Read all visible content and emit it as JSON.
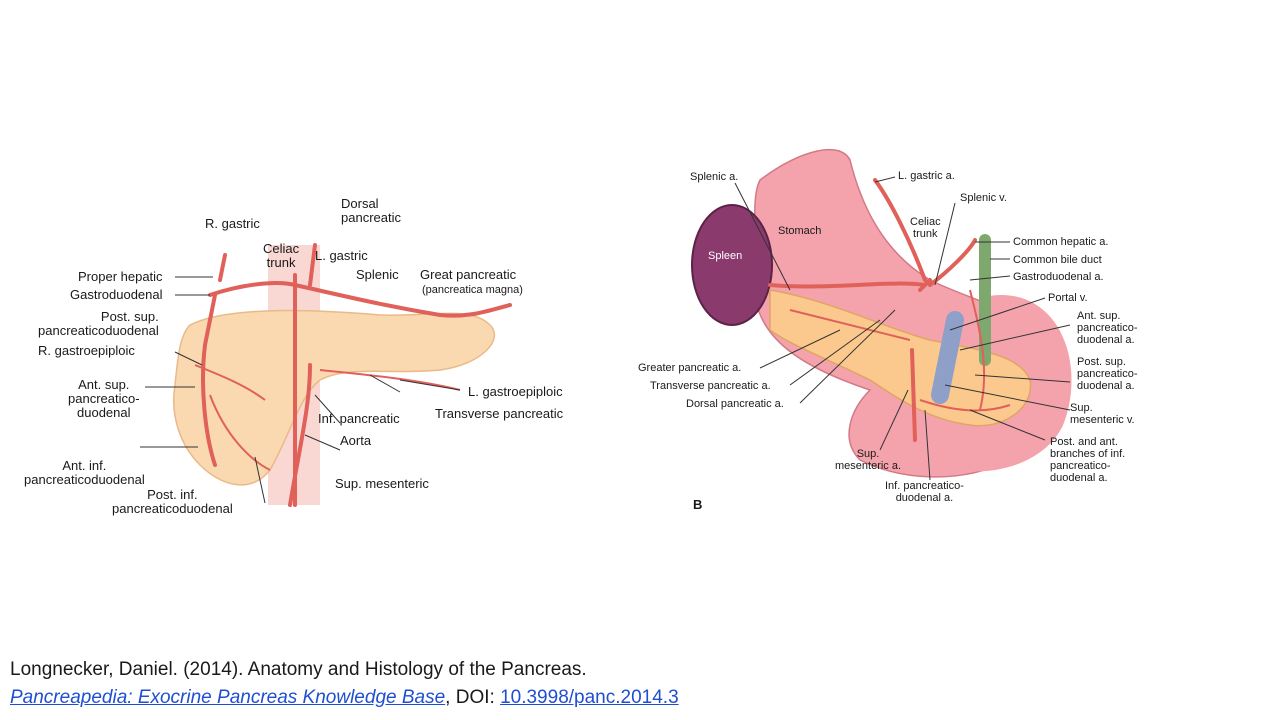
{
  "left_figure": {
    "labels": {
      "r_gastric": "R. gastric",
      "dorsal_pancreatic": "Dorsal\npancreatic",
      "celiac_trunk": "Celiac\ntrunk",
      "l_gastric": "L. gastric",
      "proper_hepatic": "Proper hepatic",
      "gastroduodenal": "Gastroduodenal",
      "splenic": "Splenic",
      "great_pancreatic": "Great pancreatic",
      "pancreatica_magna": "(pancreatica magna)",
      "post_sup_pancreaticoduodenal": "Post. sup.\npancreaticoduodenal",
      "r_gastroepiploic": "R. gastroepiploic",
      "ant_sup_pancreaticoduodenal": "Ant. sup.\npancreatico-\nduodenal",
      "l_gastroepiploic": "L. gastroepiploic",
      "inf_pancreatic": "Inf. pancreatic",
      "transverse_pancreatic": "Transverse pancreatic",
      "aorta": "Aorta",
      "ant_inf_pancreaticoduodenal": "Ant. inf.\npancreaticoduodenal",
      "sup_mesenteric": "Sup. mesenteric",
      "post_inf_pancreaticoduodenal": "Post. inf.\npancreaticoduodenal"
    }
  },
  "right_figure": {
    "letter": "B",
    "labels": {
      "splenic_a": "Splenic a.",
      "l_gastric_a": "L. gastric a.",
      "splenic_v": "Splenic v.",
      "stomach": "Stomach",
      "celiac_trunk": "Celiac\ntrunk",
      "spleen": "Spleen",
      "common_hepatic_a": "Common hepatic a.",
      "common_bile_duct": "Common bile duct",
      "gastroduodenal_a": "Gastroduodenal a.",
      "portal_v": "Portal v.",
      "ant_sup_pancreaticoduodenal_a": "Ant. sup.\npancreatico-\nduodenal a.",
      "greater_pancreatic_a": "Greater pancreatic a.",
      "transverse_pancreatic_a": "Transverse pancreatic a.",
      "post_sup_pancreaticoduodenal_a": "Post. sup.\npancreatico-\nduodenal a.",
      "dorsal_pancreatic_a": "Dorsal pancreatic a.",
      "sup_mesenteric_v": "Sup.\nmesenteric v.",
      "post_ant_branches": "Post. and ant.\nbranches of inf.\npancreatico-\nduodenal a.",
      "sup_mesenteric_a": "Sup.\nmesenteric a.",
      "inf_pancreaticoduodenal_a": "Inf. pancreatico-\nduodenal a."
    }
  },
  "caption": {
    "line1": "Longnecker, Daniel. (2014).  Anatomy and Histology of the Pancreas.",
    "link_text": "Pancreapedia: Exocrine Pancreas Knowledge Base",
    "doi_prefix": ", DOI: ",
    "doi_text": "10.3998/panc.2014.3"
  },
  "colors": {
    "artery": "#e0605a",
    "pancreas": "#fbd9b0",
    "stomach": "#f4a3ac",
    "spleen": "#8b3a6e",
    "portal_vein": "#8fa0c8",
    "bile_duct": "#7fa86e",
    "link": "#1f4fd1"
  }
}
